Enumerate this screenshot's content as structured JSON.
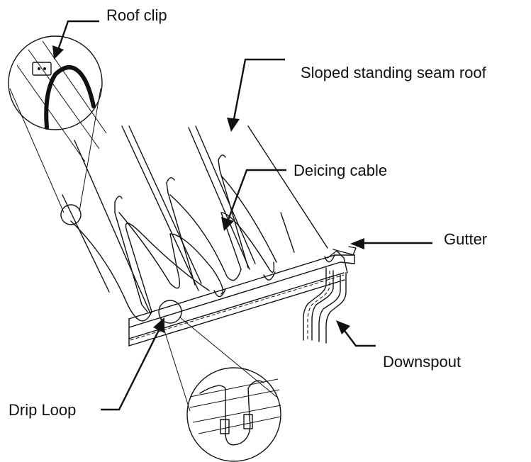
{
  "labels": {
    "roof_clip": "Roof clip",
    "roof": "Sloped standing seam roof",
    "deicing_cable": "Deicing cable",
    "gutter": "Gutter",
    "downspout": "Downspout",
    "drip_loop": "Drip Loop"
  }
}
